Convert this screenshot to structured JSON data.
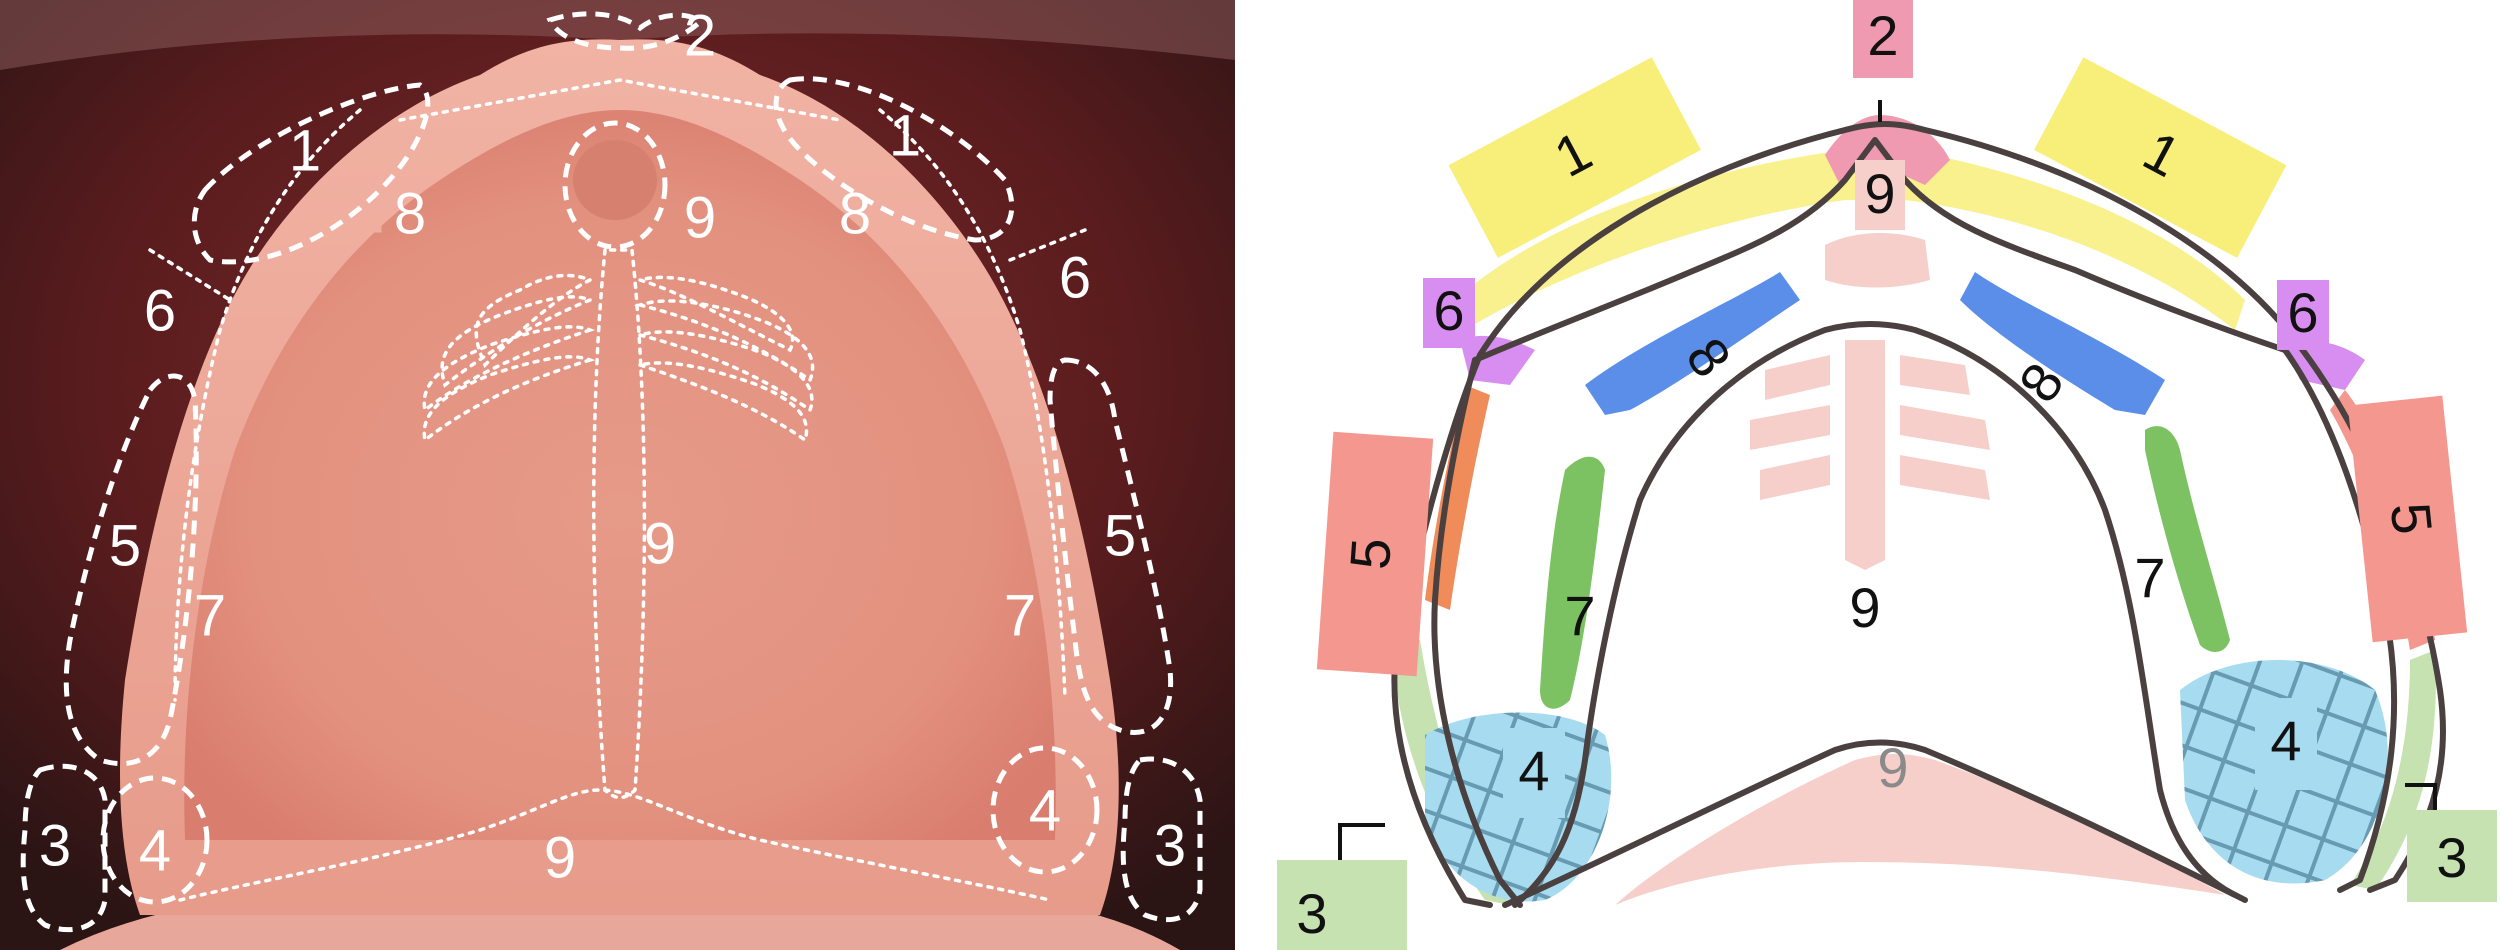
{
  "photo": {
    "labels": {
      "l1_left": "1",
      "l1_right": "1",
      "l2": "2",
      "l3_left": "3",
      "l3_right": "3",
      "l4_left": "4",
      "l4_right": "4",
      "l5_left": "5",
      "l5_right": "5",
      "l6_left": "6",
      "l6_right": "6",
      "l7_left": "7",
      "l7_right": "7",
      "l8_left": "8",
      "l8_right": "8",
      "l9_top": "9",
      "l9_mid": "9",
      "l9_bottom": "9"
    }
  },
  "diagram": {
    "labels": {
      "l1_left": "1",
      "l1_right": "1",
      "l2": "2",
      "l3_left": "3",
      "l3_right": "3",
      "l4_left": "4",
      "l4_right": "4",
      "l5_left": "5",
      "l5_right": "5",
      "l6_left": "6",
      "l6_right": "6",
      "l7_left": "7",
      "l7_right": "7",
      "l8_left": "8",
      "l8_right": "8",
      "l9_top": "9",
      "l9_mid": "9",
      "l9_bottom": "9"
    },
    "colors": {
      "zone1": "#f7ef7a",
      "zone2": "#ef9ab0",
      "zone3": "#c5e2b0",
      "zone4": "#a7dcf0",
      "zone5": "#f4978e",
      "zone6": "#d88ef0",
      "zone7": "#7cc262",
      "zone8": "#5b8ee8",
      "zone9": "#f6cfcb",
      "outline": "#4a4040"
    }
  }
}
